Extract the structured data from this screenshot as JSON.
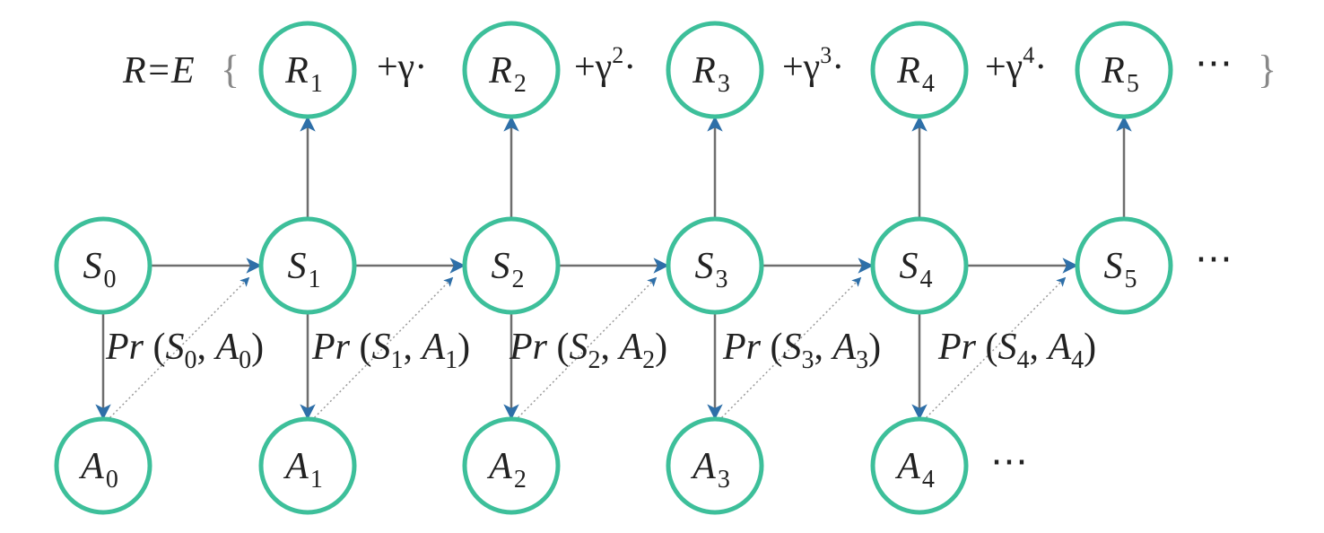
{
  "reward_expression": {
    "lhs": "R=E",
    "open_brace": "{",
    "close_brace": "}",
    "terms": [
      {
        "operator": "+γ·",
        "power": ""
      },
      {
        "operator": "+γ",
        "power": "2"
      },
      {
        "operator": "+γ",
        "power": "3"
      },
      {
        "operator": "+γ",
        "power": "4"
      }
    ],
    "trailing": "⋯"
  },
  "rewards": [
    {
      "base": "R",
      "sub": "1"
    },
    {
      "base": "R",
      "sub": "2"
    },
    {
      "base": "R",
      "sub": "3"
    },
    {
      "base": "R",
      "sub": "4"
    },
    {
      "base": "R",
      "sub": "5"
    }
  ],
  "states": [
    {
      "base": "S",
      "sub": "0"
    },
    {
      "base": "S",
      "sub": "1"
    },
    {
      "base": "S",
      "sub": "2"
    },
    {
      "base": "S",
      "sub": "3"
    },
    {
      "base": "S",
      "sub": "4"
    },
    {
      "base": "S",
      "sub": "5"
    }
  ],
  "states_trailing": "⋯",
  "actions": [
    {
      "base": "A",
      "sub": "0"
    },
    {
      "base": "A",
      "sub": "1"
    },
    {
      "base": "A",
      "sub": "2"
    },
    {
      "base": "A",
      "sub": "3"
    },
    {
      "base": "A",
      "sub": "4"
    }
  ],
  "actions_trailing": "⋯",
  "transition_labels": [
    {
      "pr": "Pr",
      "open": " (",
      "s": "S",
      "s_sub": "0",
      "comma": ", ",
      "a": "A",
      "a_sub": "0",
      "close": ")"
    },
    {
      "pr": "Pr",
      "open": " (",
      "s": "S",
      "s_sub": "1",
      "comma": ", ",
      "a": "A",
      "a_sub": "1",
      "close": ")"
    },
    {
      "pr": "Pr",
      "open": " (",
      "s": "S",
      "s_sub": "2",
      "comma": ", ",
      "a": "A",
      "a_sub": "2",
      "close": ")"
    },
    {
      "pr": "Pr",
      "open": " (",
      "s": "S",
      "s_sub": "3",
      "comma": ", ",
      "a": "A",
      "a_sub": "3",
      "close": ")"
    },
    {
      "pr": "Pr",
      "open": " (",
      "s": "S",
      "s_sub": "4",
      "comma": ", ",
      "a": "A",
      "a_sub": "4",
      "close": ")"
    }
  ],
  "colors": {
    "node_stroke": "#3dbf9a",
    "edge": "#6e6e6e",
    "arrow_head": "#2e6fa8",
    "brace": "#888888"
  }
}
